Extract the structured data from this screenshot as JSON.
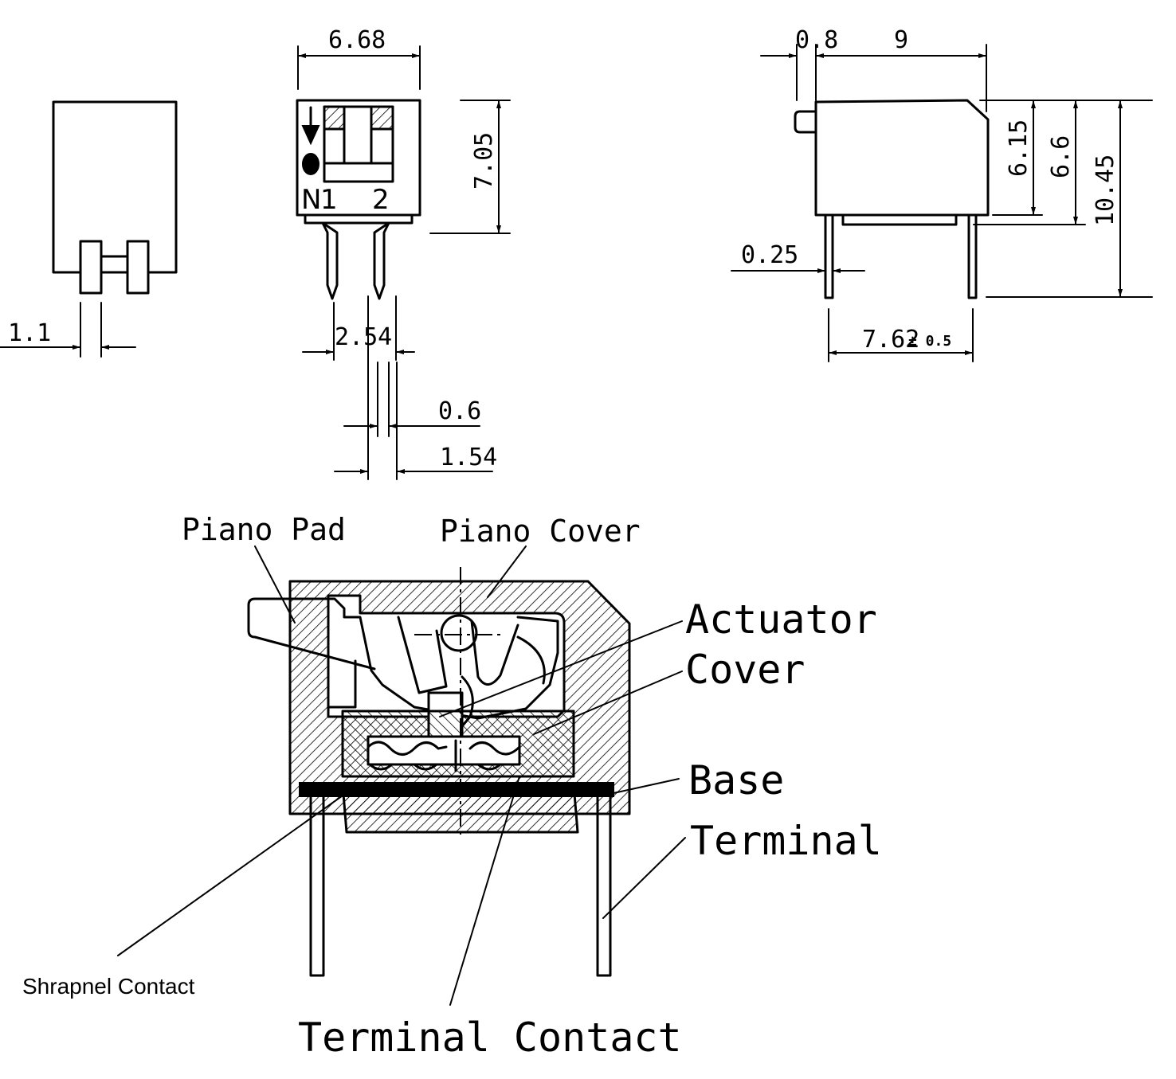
{
  "dimensions": {
    "d_1_1": "1.1",
    "d_6_68": "6.68",
    "d_7_05": "7.05",
    "d_2_54": "2.54",
    "d_0_6": "0.6",
    "d_1_54": "1.54",
    "d_0_8": "0.8",
    "d_9": "9",
    "d_6_15": "6.15",
    "d_6_6": "6.6",
    "d_10_45": "10.45",
    "d_0_25": "0.25",
    "d_7_62": "7.62",
    "d_tol": "± 0.5"
  },
  "switch_markings": {
    "on": "N",
    "pos1": "1",
    "pos2": "2"
  },
  "labels": {
    "piano_pad": "Piano Pad",
    "piano_cover": "Piano Cover",
    "actuator": "Actuator",
    "cover": "Cover",
    "base": "Base",
    "terminal": "Terminal",
    "shrapnel_contact": "Shrapnel Contact",
    "terminal_contact": "Terminal Contact"
  }
}
